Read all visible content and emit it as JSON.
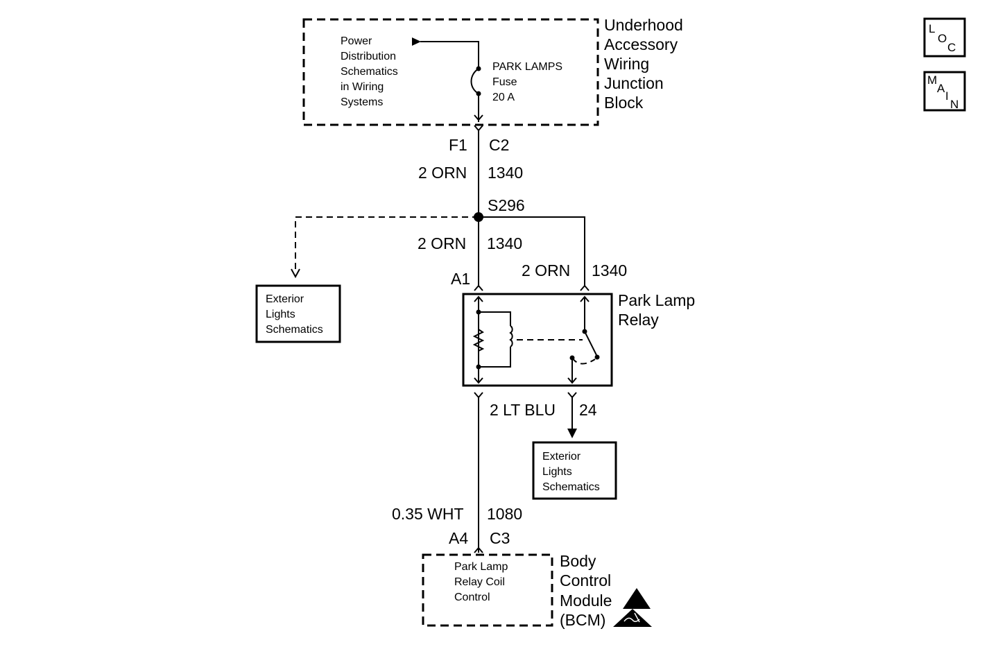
{
  "junction_block": {
    "name_lines": [
      "Underhood",
      "Accessory",
      "Wiring",
      "Junction",
      "Block"
    ],
    "power_ref_lines": [
      "Power",
      "Distribution",
      "Schematics",
      "in Wiring",
      "Systems"
    ],
    "fuse_lines": [
      "PARK LAMPS",
      "Fuse",
      "20 A"
    ]
  },
  "connector_top": {
    "left": "F1",
    "right": "C2"
  },
  "wire_top": {
    "gauge_color": "2 ORN",
    "circuit": "1340"
  },
  "splice": {
    "label": "S296"
  },
  "wire_mid": {
    "gauge_color": "2 ORN",
    "circuit": "1340"
  },
  "wire_right": {
    "gauge_color": "2 ORN",
    "circuit": "1340"
  },
  "relay_pin_a1": "A1",
  "exterior_left": {
    "lines": [
      "Exterior",
      "Lights",
      "Schematics"
    ]
  },
  "relay": {
    "name_lines": [
      "Park Lamp",
      "Relay"
    ]
  },
  "wire_output": {
    "gauge_color": "2 LT BLU",
    "circuit": "24"
  },
  "exterior_right": {
    "lines": [
      "Exterior",
      "Lights",
      "Schematics"
    ]
  },
  "wire_bottom": {
    "gauge_color": "0.35 WHT",
    "circuit": "1080"
  },
  "connector_bottom": {
    "left": "A4",
    "right": "C3"
  },
  "bcm": {
    "name_lines": [
      "Body",
      "Control",
      "Module",
      "(BCM)"
    ],
    "inner_lines": [
      "Park Lamp",
      "Relay Coil",
      "Control"
    ]
  },
  "nav_icons": {
    "loc": [
      "L",
      "O",
      "C"
    ],
    "main": [
      "M",
      "A",
      "I",
      "N"
    ]
  }
}
